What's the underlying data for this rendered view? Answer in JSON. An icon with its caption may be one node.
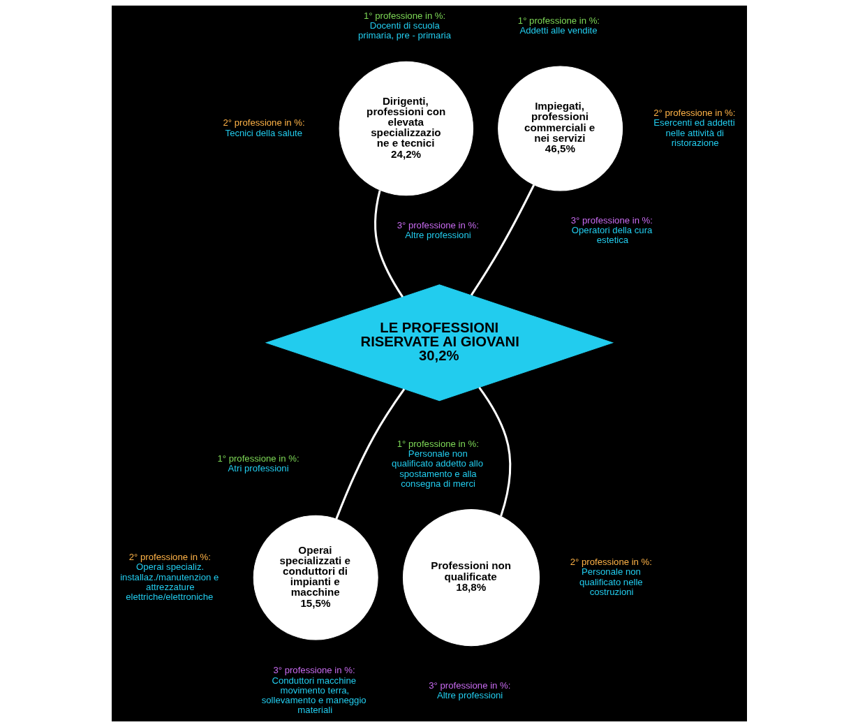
{
  "diagram": {
    "nodes": [
      {
        "text": [
          "LE PROFESSIONI RISERVATE AI GIOVANI",
          "30,2%"
        ]
      },
      {
        "text": [
          "Dirigenti, professioni con elevata specializzazio ne e tecnici",
          "24,2%"
        ],
        "beside": [
          "1° professione in %:",
          "Docenti di scuola primaria, pre - primaria",
          "2° professione in %:",
          "Tecnici della salute",
          "3° professione in %:",
          "Altre professioni"
        ]
      },
      {
        "text": [
          "Impiegati, professioni commerciali e nei servizi",
          "46,5%"
        ],
        "beside": [
          "1° professione in %:",
          "Addetti alle vendite",
          "2° professione in %:",
          "Esercenti ed addetti nelle attività di ristorazione",
          "3° professione in %:",
          "Operatori della cura estetica"
        ]
      },
      {
        "text": [
          "Operai specializzati e conduttori di impianti e macchine",
          "15,5%"
        ],
        "beside": [
          "1° professione in %:",
          "Atri professioni",
          "2° professione in %:",
          "Operai specializ. installaz./manutenzion e attrezzature elettriche/elettroniche",
          "3° professione in %:",
          "Conduttori macchine movimento terra, sollevamento e maneggio materiali"
        ]
      },
      {
        "text": [
          "Professioni non qualificate",
          "18,8%"
        ],
        "beside": [
          "1° professione in %:",
          "Personale non qualificato addetto allo spostamento e alla consegna di merci",
          "2° professione in %:",
          "Personale non qualificato nelle costruzioni",
          "3° professione in %:",
          "Altre professioni"
        ]
      }
    ],
    "edges": [
      {
        "from": 1,
        "to": 0,
        "arrow": "none"
      },
      {
        "from": 2,
        "to": 0,
        "arrow": "none"
      },
      {
        "from": 0,
        "to": 3,
        "arrow": "none"
      },
      {
        "from": 0,
        "to": 4,
        "arrow": "none"
      }
    ]
  }
}
